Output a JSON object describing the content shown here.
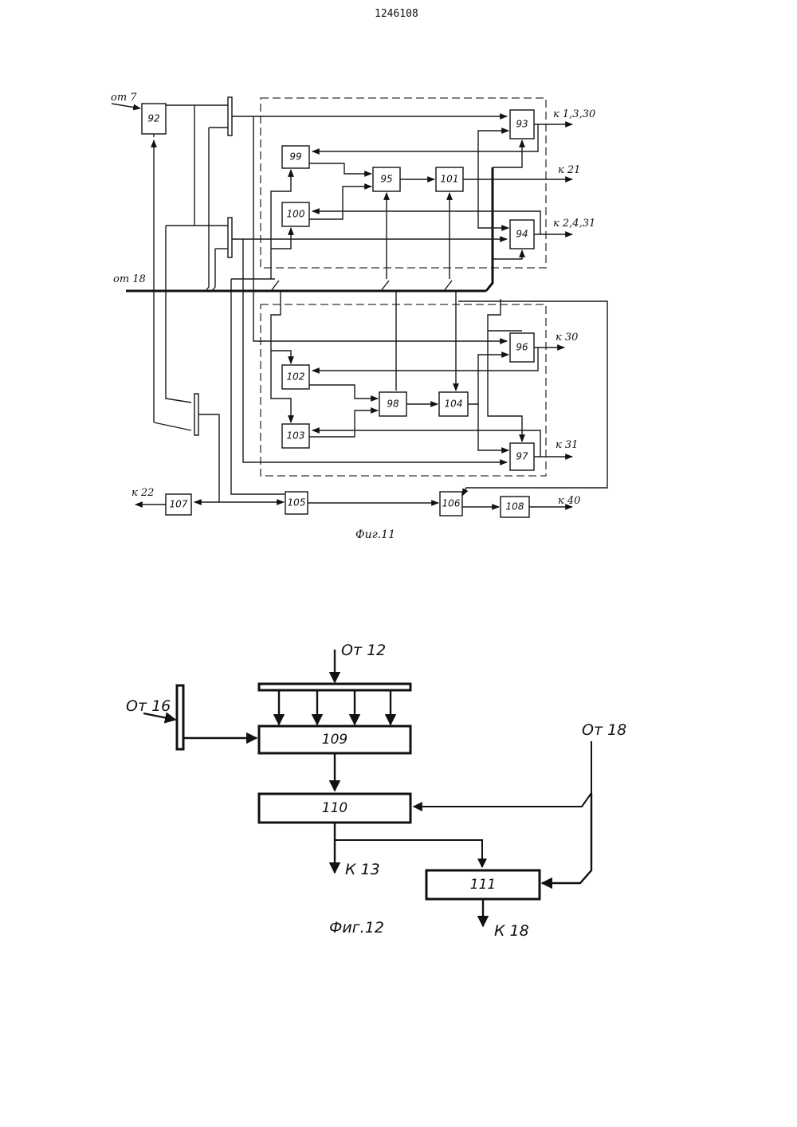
{
  "document_number": "1246108",
  "fig11": {
    "caption": "Фиг.11",
    "inputs": {
      "from7": "от 7",
      "from18": "от 18"
    },
    "outputs": {
      "to_1_3_30": "к 1,3,30",
      "to_21": "к 21",
      "to_2_4_31": "к 2,4,31",
      "to_30": "к 30",
      "to_31": "к 31",
      "to_22": "к 22",
      "to_40": "к 40"
    },
    "blocks": {
      "b92": "92",
      "b93": "93",
      "b94": "94",
      "b95": "95",
      "b96": "96",
      "b97": "97",
      "b98": "98",
      "b99": "99",
      "b100": "100",
      "b101": "101",
      "b102": "102",
      "b103": "103",
      "b104": "104",
      "b105": "105",
      "b106": "106",
      "b107": "107",
      "b108": "108"
    }
  },
  "fig12": {
    "caption": "Фиг.12",
    "inputs": {
      "from12": "От 12",
      "from16": "От 16",
      "from18": "От 18"
    },
    "outputs": {
      "to13": "К 13",
      "to18": "К 18"
    },
    "blocks": {
      "b109": "109",
      "b110": "110",
      "b111": "111"
    }
  }
}
